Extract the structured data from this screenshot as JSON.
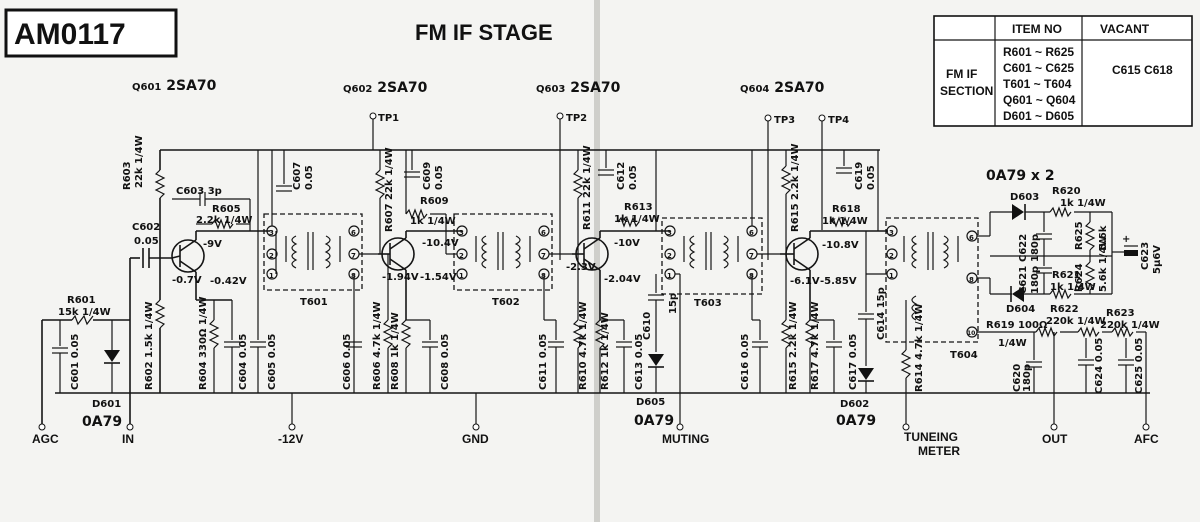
{
  "header": {
    "code": "AM0117",
    "title": "FM IF STAGE"
  },
  "table": {
    "col_item": "ITEM NO",
    "col_vacant": "VACANT",
    "section_line1": "FM IF",
    "section_line2": "SECTION",
    "items": [
      "R601 ~ R625",
      "C601 ~ C625",
      "T601 ~ T604",
      "Q601 ~ Q604",
      "D601 ~ D605"
    ],
    "vacant": "C615 C618"
  },
  "transistors": [
    {
      "ref": "Q601",
      "type": "2SA70"
    },
    {
      "ref": "Q602",
      "type": "2SA70"
    },
    {
      "ref": "Q603",
      "type": "2SA70"
    },
    {
      "ref": "Q604",
      "type": "2SA70"
    }
  ],
  "transformers": [
    "T601",
    "T602",
    "T603",
    "T604"
  ],
  "test_points": [
    "TP1",
    "TP2",
    "TP3",
    "TP4"
  ],
  "terminals": {
    "agc": "AGC",
    "in": "IN",
    "v12": "-12V",
    "gnd": "GND",
    "muting": "MUTING",
    "tuning1": "TUNEING",
    "tuning2": "METER",
    "out": "OUT",
    "afc": "AFC"
  },
  "diodes": {
    "d601": "D601",
    "d601_type": "0A79",
    "d605": "D605",
    "d605_type": "0A79",
    "d602": "D602",
    "d602_type": "0A79",
    "d603": "D603",
    "d604": "D604",
    "pair_note": "0A79 x 2"
  },
  "components": {
    "r601": "R601",
    "r601_v": "15k 1/4W",
    "c601": "C601 0.05",
    "c602": "C602",
    "c602_v": "0.05",
    "r602": "R602 1.5k 1/4W",
    "r603": "R603",
    "r603_v": "22k 1/4W",
    "c603": "C603 3p",
    "r605": "R605",
    "r605_v": "2.2k 1/4W",
    "r604": "R604 330Ω 1/4W",
    "c604": "C604 0.05",
    "c605": "C605 0.05",
    "c606": "C606 0.05",
    "c607": "C607",
    "c607_v": "0.05",
    "r607": "R607 22k 1/4W",
    "r609": "R609",
    "r609_v": "1k 1/4W",
    "c609": "C609",
    "c609_v": "0.05",
    "r606": "R606 4.7k 1/4W",
    "r608": "R608 1k 1/4W",
    "c608": "C608 0.05",
    "r611": "R611 22k 1/4W",
    "c612": "C612",
    "c612_v": "0.05",
    "r613": "R613",
    "r613_v": "1k 1/4W",
    "c611": "C611 0.05",
    "r610": "R610 4.7k 1/4W",
    "r612": "R612 1k 1/4W",
    "c610": "C610",
    "c610_v": "15p",
    "c613": "C613 0.05",
    "r615": "R615 2.2k 1/4W",
    "r618": "R618",
    "r618_v": "1k 1/4W",
    "c619": "C619",
    "c619_v": "0.05",
    "c616": "C616 0.05",
    "r617": "R617 4.7k 1/4W",
    "c617": "C617 0.05",
    "c614": "C614 15p",
    "r614": "R614 4.7k 1/4W",
    "r619": "R619 100Ω",
    "r619_v": "1/4W",
    "c620": "C620",
    "c620_v": "180p",
    "r620": "R620",
    "r620_v": "1k 1/4W",
    "c622": "C622",
    "c622_v": "180p",
    "c621": "C621",
    "c621_v": "180p",
    "r621": "R621",
    "r621_v": "1k 1/4W",
    "r625": "R625",
    "r625_v": "5.6k",
    "r624": "R624",
    "r624_v": "5.6k 1/4W",
    "c623": "C623",
    "c623_v": "5μ6V",
    "r622": "R622",
    "r622_v": "220k 1/4W",
    "r623": "R623",
    "r623_v": "220k 1/4W",
    "c624": "C624 0.05",
    "c625": "C625 0.05"
  },
  "voltages": {
    "q1b": "-0.7V",
    "q1c": "-9V",
    "q1e": "-0.42V",
    "q2b": "-1.94V",
    "q2c": "-10.4V",
    "q2e": "-1.54V",
    "q3b": "-2.3V",
    "q3c": "-10V",
    "q3e": "-2.04V",
    "q4b": "-6.1V",
    "q4c": "-10.8V",
    "q4e": "-5.85V"
  },
  "pins": [
    "1",
    "2",
    "3",
    "6",
    "7",
    "8",
    "10"
  ],
  "plus_sign": "+"
}
